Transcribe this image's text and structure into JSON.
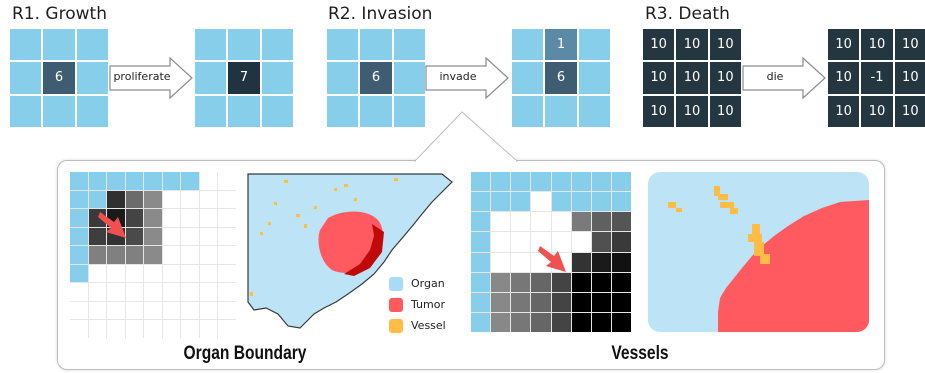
{
  "rules": [
    {
      "title": "R1. Growth",
      "action": "proliferate",
      "before": [
        "",
        "",
        "",
        "",
        "6",
        "",
        "",
        "",
        ""
      ],
      "after": [
        "",
        "",
        "",
        "",
        "7",
        "",
        "",
        "",
        ""
      ]
    },
    {
      "title": "R2. Invasion",
      "action": "invade",
      "before": [
        "",
        "",
        "",
        "",
        "6",
        "",
        "",
        "",
        ""
      ],
      "after": [
        "",
        "1",
        "",
        "",
        "6",
        "",
        "",
        "",
        ""
      ]
    },
    {
      "title": "R3. Death",
      "action": "die",
      "before": [
        "10",
        "10",
        "10",
        "10",
        "10",
        "10",
        "10",
        "10",
        "10"
      ],
      "after": [
        "10",
        "10",
        "10",
        "10",
        "-1",
        "10",
        "10",
        "10",
        "10"
      ]
    }
  ],
  "legend": [
    {
      "label": "Organ",
      "color": "#a8dcf6"
    },
    {
      "label": "Tumor",
      "color": "#ff5a5f"
    },
    {
      "label": "Vessel",
      "color": "#ffbd45"
    }
  ],
  "captions": {
    "left": "Organ Boundary",
    "right": "Vessels"
  },
  "colors": {
    "healthy": "#87ceeb",
    "tumor_mid": "#3e5c72",
    "tumor_dark": "#203341",
    "dead": "#243740",
    "invaded": "#5a8aa5",
    "arrow_red": "#f05050"
  }
}
